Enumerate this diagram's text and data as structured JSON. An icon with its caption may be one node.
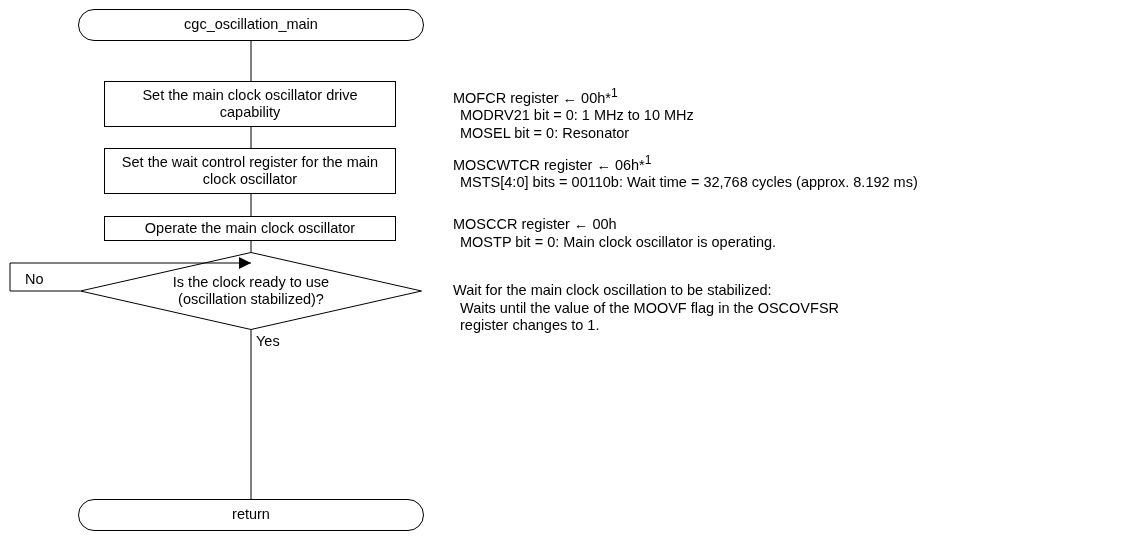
{
  "diagram": {
    "nodes": [
      {
        "text": [
          "cgc_oscillation_main"
        ]
      },
      {
        "text": [
          "Set the main clock oscillator drive capability"
        ],
        "beside": [
          "MOFCR register ← 00h*$^{1}$",
          "MODRV21 bit = 0: 1 MHz to 10 MHz",
          "MOSEL bit = 0: Resonator"
        ]
      },
      {
        "text": [
          "Set the wait control register for the main clock oscillator"
        ],
        "beside": [
          "MOSCWTCR register ← 06h*$^{1}$",
          "MSTS[4:0] bits = 00110b: Wait time = 32,768 cycles (approx. 8.192 ms)"
        ]
      },
      {
        "text": [
          "Operate the main clock oscillator"
        ],
        "beside": [
          "MOSCCR register ← 00h",
          "MOSTP bit = 0: Main clock oscillator is operating."
        ]
      },
      {
        "text": [
          "Is the clock ready to use (oscillation stabilized)?"
        ],
        "beside": [
          "Wait for the main clock oscillation to be stabilized:",
          "Waits until the value of the MOOVF flag in the OSCOVFSR register changes to 1."
        ]
      },
      {
        "text": [
          "return"
        ]
      }
    ],
    "edges": [
      {
        "from": 0,
        "to": 1,
        "arrow": "none"
      },
      {
        "from": 1,
        "to": 2,
        "arrow": "none"
      },
      {
        "from": 2,
        "to": 3,
        "arrow": "none"
      },
      {
        "from": 3,
        "to": 4,
        "arrow": "none"
      },
      {
        "from": 4,
        "to": 4,
        "arrow": "to",
        "label": "No"
      },
      {
        "from": 4,
        "to": 5,
        "arrow": "none",
        "label": "Yes"
      }
    ]
  }
}
